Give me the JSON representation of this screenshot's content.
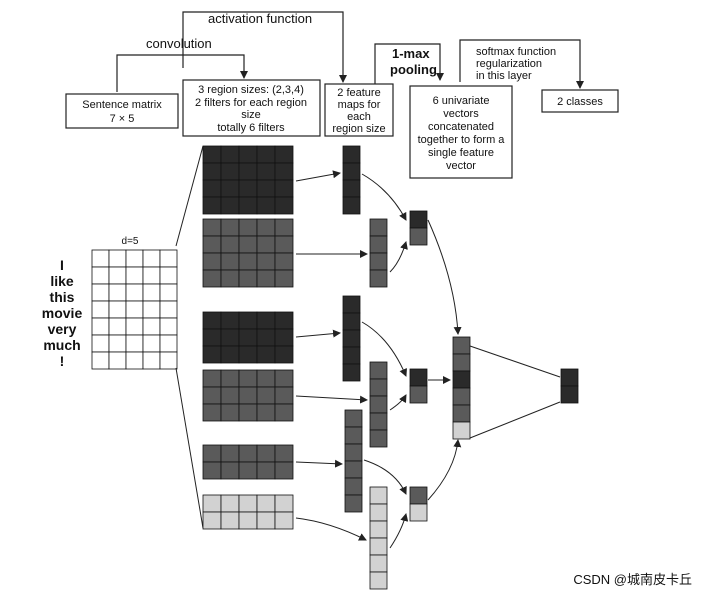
{
  "labels": {
    "activation_function": "activation function",
    "convolution": "convolution",
    "one_max_pooling": [
      "1-max",
      "pooling"
    ],
    "softmax": [
      "softmax function",
      "regularization",
      "in this layer"
    ],
    "sentence_matrix": [
      "Sentence matrix",
      "7 × 5"
    ],
    "region_sizes": [
      "3 region sizes: (2,3,4)",
      "2 filters for each region",
      "size",
      "totally 6 filters"
    ],
    "feature_maps": [
      "2 feature",
      "maps for",
      "each",
      "region size"
    ],
    "univariate": [
      "6 univariate",
      "vectors",
      "concatenated",
      "together to form a",
      "single feature",
      "vector"
    ],
    "classes": "2 classes",
    "dim": "d=5",
    "sentence": [
      "I",
      "like",
      "this",
      "movie",
      "very",
      "much",
      "!"
    ],
    "watermark": "CSDN @城南皮卡丘"
  },
  "colors": {
    "dark": "#2a2a2a",
    "mid": "#5a5a5a",
    "light": "#d2d2d2",
    "line": "#222222"
  }
}
